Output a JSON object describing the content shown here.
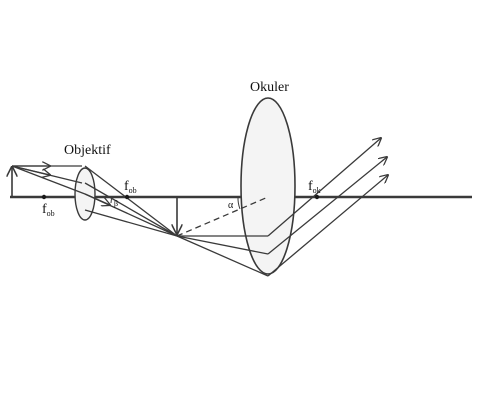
{
  "labels": {
    "objective": "Objektif",
    "ocular": "Okuler",
    "fob_left_main": "f",
    "fob_left_sub": "ob",
    "fob_right_main": "f",
    "fob_right_sub": "ob",
    "fok_main": "f",
    "fok_sub": "ok",
    "alpha": "α",
    "beta": "β"
  },
  "colors": {
    "line": "#3a3a3a",
    "lens_fill": "#f4f4f4"
  }
}
